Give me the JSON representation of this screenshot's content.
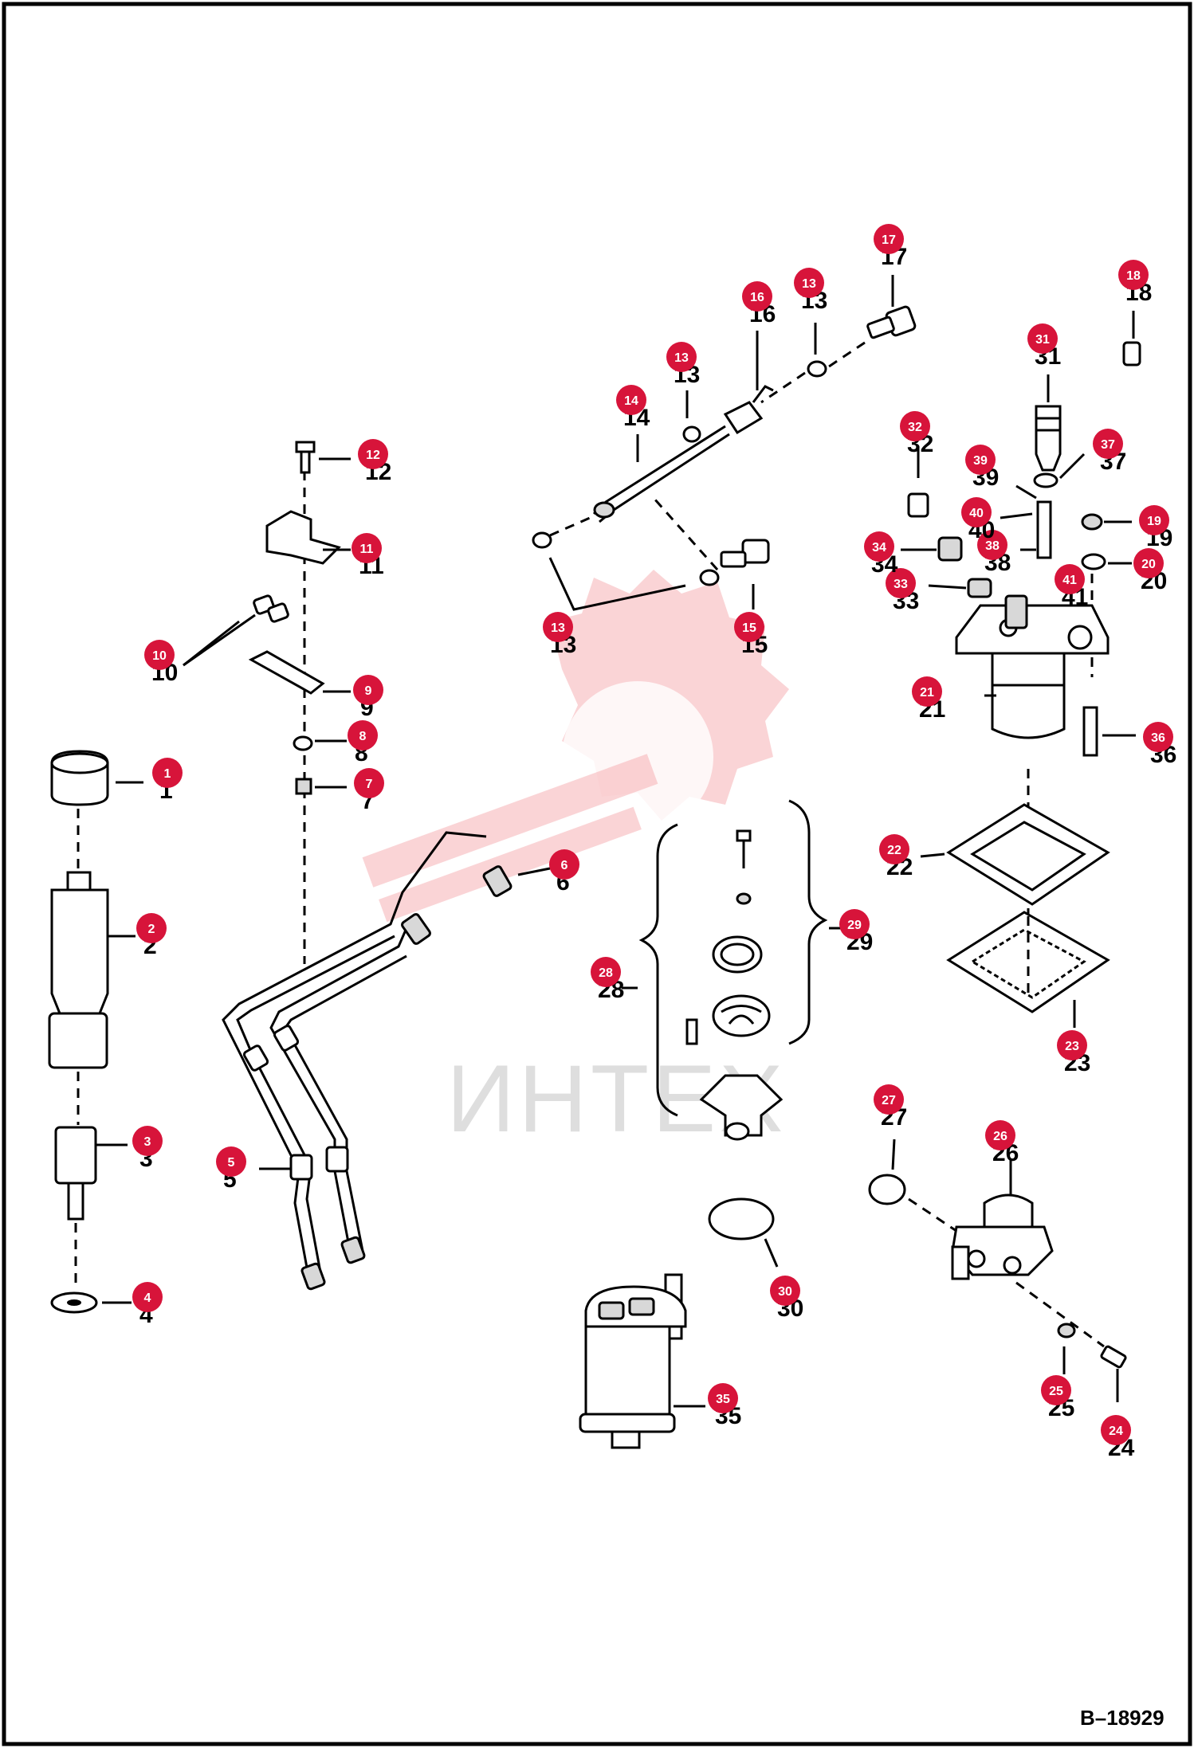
{
  "drawing_number": "B–18929",
  "watermark": "ИНТЕХ",
  "colors": {
    "badge": "#d7143a",
    "badge_text": "#ffffff",
    "line": "#000000",
    "watermark": "#f6b0b5"
  },
  "callouts": [
    {
      "id": "1",
      "label": "1"
    },
    {
      "id": "2",
      "label": "2"
    },
    {
      "id": "3",
      "label": "3"
    },
    {
      "id": "4",
      "label": "4"
    },
    {
      "id": "5",
      "label": "5"
    },
    {
      "id": "6",
      "label": "6"
    },
    {
      "id": "7",
      "label": "7"
    },
    {
      "id": "8",
      "label": "8"
    },
    {
      "id": "9",
      "label": "9"
    },
    {
      "id": "10",
      "label": "10"
    },
    {
      "id": "11",
      "label": "11"
    },
    {
      "id": "12",
      "label": "12"
    },
    {
      "id": "13a",
      "label": "13"
    },
    {
      "id": "13b",
      "label": "13"
    },
    {
      "id": "13c",
      "label": "13"
    },
    {
      "id": "14",
      "label": "14"
    },
    {
      "id": "15",
      "label": "15"
    },
    {
      "id": "16",
      "label": "16"
    },
    {
      "id": "17",
      "label": "17"
    },
    {
      "id": "18",
      "label": "18"
    },
    {
      "id": "19",
      "label": "19"
    },
    {
      "id": "20",
      "label": "20"
    },
    {
      "id": "21",
      "label": "21"
    },
    {
      "id": "22",
      "label": "22"
    },
    {
      "id": "23",
      "label": "23"
    },
    {
      "id": "24",
      "label": "24"
    },
    {
      "id": "25",
      "label": "25"
    },
    {
      "id": "26",
      "label": "26"
    },
    {
      "id": "27",
      "label": "27"
    },
    {
      "id": "28",
      "label": "28"
    },
    {
      "id": "29",
      "label": "29"
    },
    {
      "id": "30",
      "label": "30"
    },
    {
      "id": "31",
      "label": "31"
    },
    {
      "id": "32",
      "label": "32"
    },
    {
      "id": "33",
      "label": "33"
    },
    {
      "id": "34",
      "label": "34"
    },
    {
      "id": "35",
      "label": "35"
    },
    {
      "id": "36",
      "label": "36"
    },
    {
      "id": "37",
      "label": "37"
    },
    {
      "id": "38",
      "label": "38"
    },
    {
      "id": "39",
      "label": "39"
    },
    {
      "id": "40",
      "label": "40"
    },
    {
      "id": "41",
      "label": "41"
    }
  ]
}
